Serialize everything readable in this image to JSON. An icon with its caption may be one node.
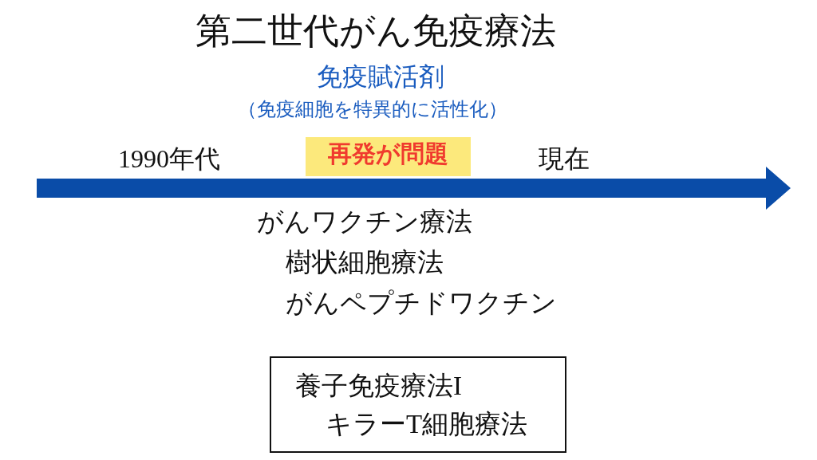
{
  "diagram": {
    "title": "第二世代がん免疫療法",
    "nodes": [
      {
        "text": [
          "再発が問題"
        ]
      },
      {
        "text": [
          "養子免疫療法I",
          "キラーT細胞療法"
        ]
      }
    ],
    "labels": [
      "免疫賦活剤",
      "（免疫細胞を特異的に活性化）",
      "1990年代",
      "現在",
      "がんワクチン療法",
      "樹状細胞療法",
      "がんペプチドワクチン"
    ]
  }
}
